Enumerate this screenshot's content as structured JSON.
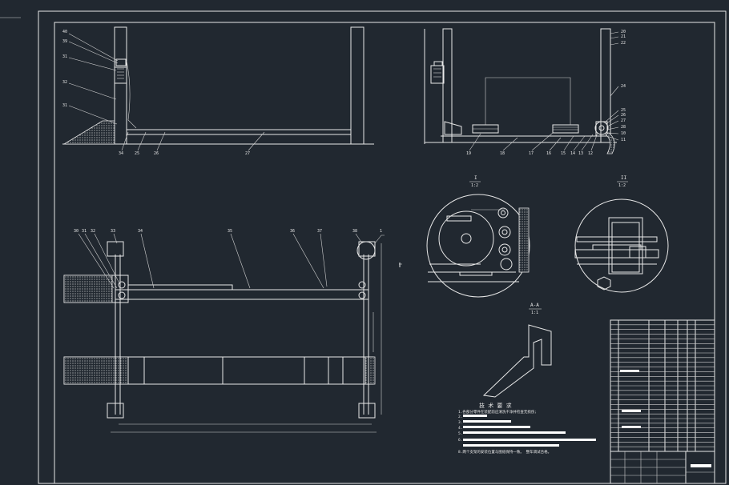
{
  "view_front_left": {
    "labels": [
      "40",
      "39",
      "31",
      "32",
      "31",
      "34",
      "25",
      "26",
      "27"
    ]
  },
  "view_side_right": {
    "labels": [
      "20",
      "21",
      "22",
      "24",
      "25",
      "26",
      "27",
      "28",
      "10",
      "11",
      "12",
      "13",
      "14",
      "15",
      "16",
      "17",
      "18",
      "19"
    ],
    "dim_text": ""
  },
  "view_plan": {
    "labels": [
      "30",
      "31",
      "32",
      "33",
      "34",
      "35",
      "36",
      "37",
      "38",
      "1"
    ]
  },
  "detail_i": {
    "name": "I",
    "scale": "1:2"
  },
  "detail_ii": {
    "name": "II",
    "scale": "1:2"
  },
  "section_a": {
    "name": "A-A",
    "scale": "1:1"
  },
  "tech_req": {
    "title": "技 术 要 求",
    "items": [
      "1.各部分零件在装配前应清洗干净并检查无损伤;",
      "2.",
      "3.",
      "4.",
      "5.",
      "6.",
      "8.两个支架的安装位置与图纸保持一致。 整车调试合格。"
    ]
  },
  "title_block": {
    "rows": 28
  },
  "colors": {
    "background": "#212830",
    "line": "#e8e8e8",
    "fill_white": "#ffffff"
  }
}
